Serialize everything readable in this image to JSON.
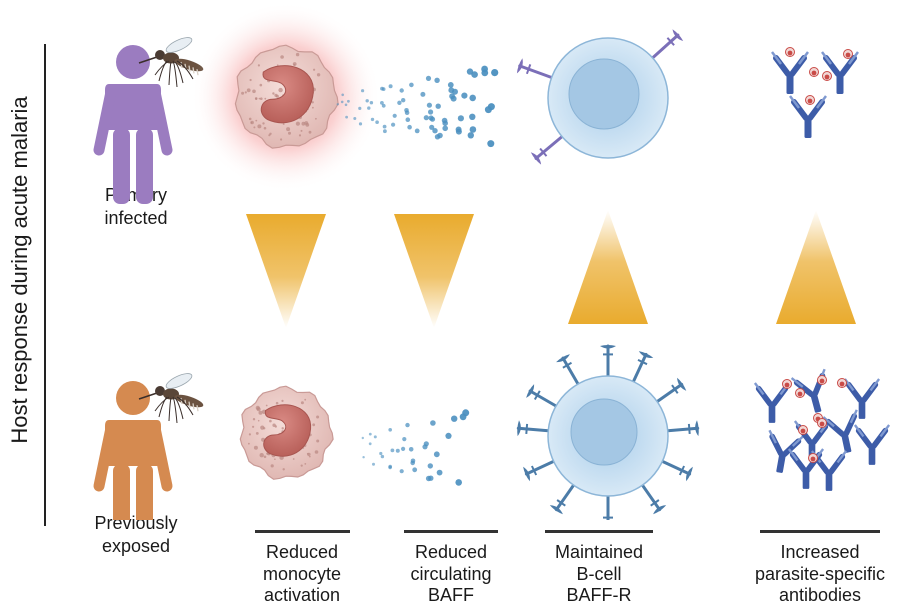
{
  "y_axis_label": "Host response during acute malaria",
  "groups": [
    {
      "lines": [
        "Primary",
        "infected"
      ]
    },
    {
      "lines": [
        "Previously",
        "exposed"
      ]
    }
  ],
  "columns": [
    {
      "lines": [
        "Reduced",
        "monocyte",
        "activation"
      ],
      "trend": "down"
    },
    {
      "lines": [
        "Reduced",
        "circulating",
        "BAFF"
      ],
      "trend": "down"
    },
    {
      "lines": [
        "Maintained",
        "B-cell",
        "BAFF-R"
      ],
      "trend": "up"
    },
    {
      "lines": [
        "Increased",
        "parasite-specific",
        "antibodies"
      ],
      "trend": "up"
    }
  ],
  "colors": {
    "primary_person": "#9b7cc0",
    "exposed_person": "#d58a50",
    "arrow_gold": "#e9ab2e",
    "monocyte_fill": "#e6c3c0",
    "nucleus_fill": "#c6706b",
    "baff_dots": "#4a8fbf",
    "bcell_fill": "#c4ddf0",
    "antibody_blue": "#3d5ca8",
    "parasite_red": "#c94b47",
    "receptor_primary": "#7b6fb8",
    "receptor_exposed": "#4c7ca8"
  }
}
